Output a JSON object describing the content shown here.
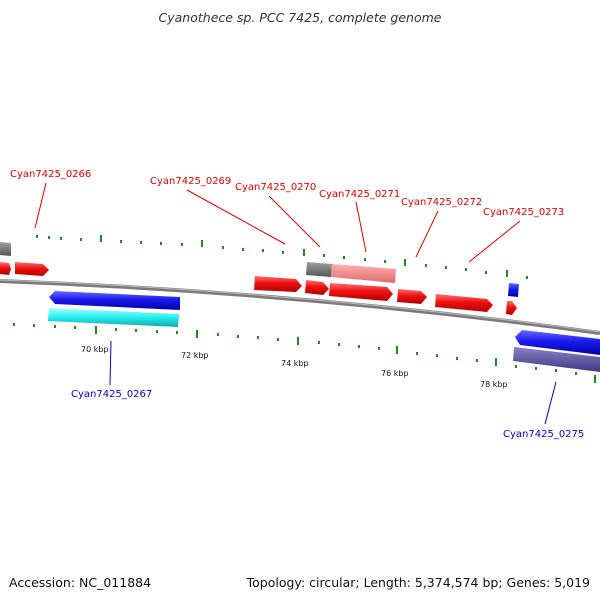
{
  "title": "Cyanothece sp. PCC 7425, complete genome",
  "footer": {
    "accession": "Accession: NC_011884",
    "stats": "Topology: circular; Length: 5,374,574 bp; Genes: 5,019"
  },
  "genome": {
    "accession": "NC_011884",
    "topology": "circular",
    "length_bp": 5374574,
    "genes": 5019
  },
  "scale_labels": [
    "70 kbp",
    "72 kbp",
    "74 kbp",
    "76 kbp",
    "78 kbp"
  ],
  "gene_labels": {
    "forward": [
      "Cyan7425_0266",
      "Cyan7425_0269",
      "Cyan7425_0270",
      "Cyan7425_0271",
      "Cyan7425_0272",
      "Cyan7425_0273"
    ],
    "reverse": [
      "Cyan7425_0267",
      "Cyan7425_0275"
    ]
  },
  "colors": {
    "forward_gene": "#ee1111",
    "forward_gene_light": "#ee8888",
    "reverse_gene": "#1a1aee",
    "cyan_feature": "#22eeee",
    "purple_feature": "#554d99",
    "gray_feature": "#777777",
    "backbone": "#888888",
    "tick": "#1f8a1f",
    "forward_label": "#dd0000",
    "reverse_label": "#0000cc"
  }
}
